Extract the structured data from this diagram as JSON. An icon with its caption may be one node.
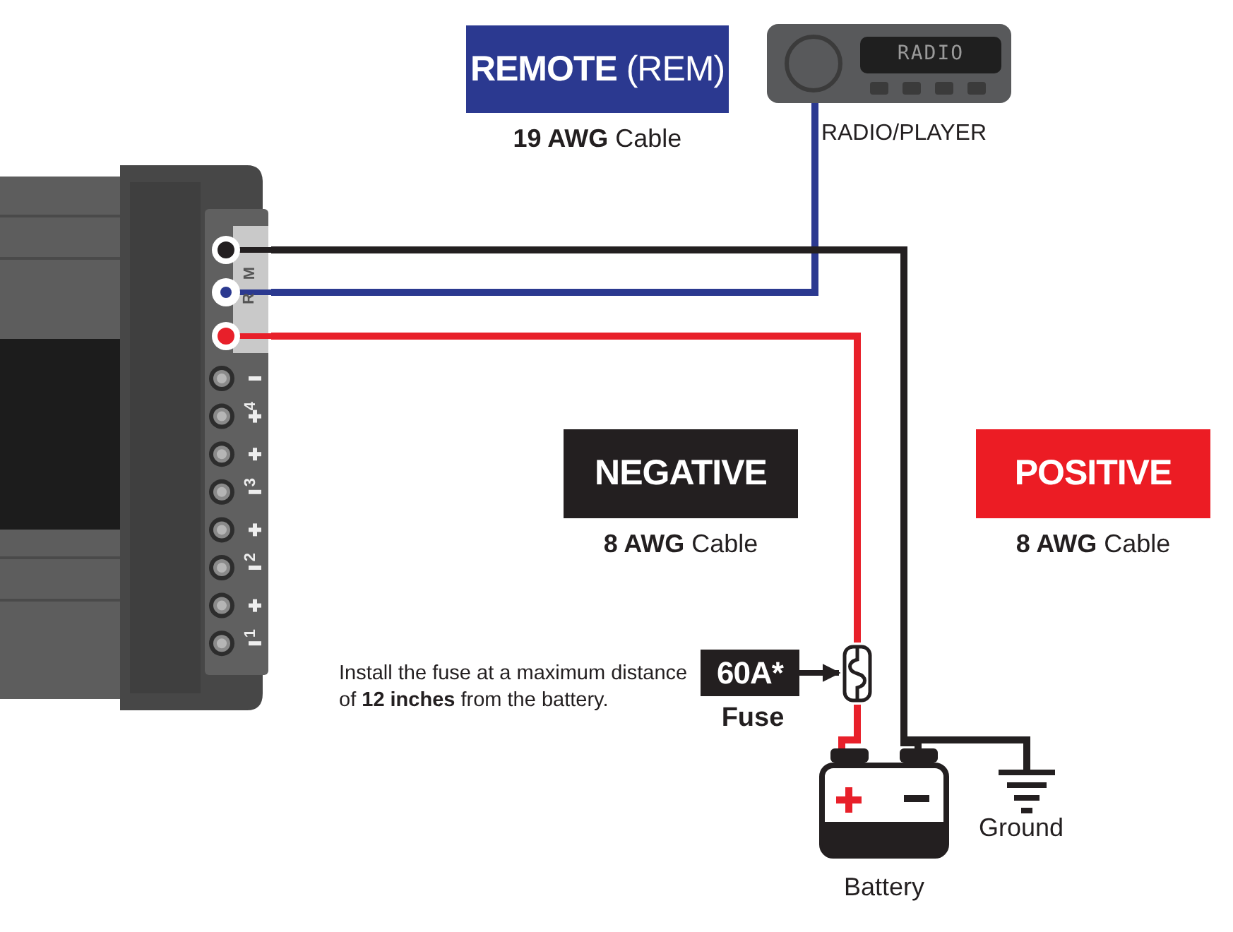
{
  "diagram": {
    "nodes": [
      {
        "text": [],
        "shape": "picture"
      },
      {
        "text": [
          "**REMOTE** (REM)"
        ],
        "beside": [
          "**19 AWG** Cable"
        ]
      },
      {
        "text": [
          "RADIO"
        ],
        "beside": [
          "RADIO/PLAYER"
        ]
      },
      {
        "text": [
          "NEGATIVE"
        ],
        "beside": [
          "**8 AWG** Cable"
        ]
      },
      {
        "text": [
          "POSITIVE"
        ],
        "beside": [
          "**8 AWG** Cable"
        ]
      },
      {
        "text": [
          "60A*"
        ],
        "beside": [
          "Fuse"
        ]
      },
      {
        "text": [],
        "shape": "picture"
      },
      {
        "text": [],
        "shape": "picture",
        "beside": [
          "Battery"
        ]
      },
      {
        "text": [],
        "shape": "picture",
        "beside": [
          "Ground"
        ]
      }
    ],
    "edges": [
      {
        "from": 0,
        "to": 2,
        "arrow": "none",
        "color": "#2b3990"
      },
      {
        "from": 0,
        "to": 6,
        "arrow": "none",
        "color": "#e8202a"
      },
      {
        "from": 6,
        "to": 7,
        "arrow": "none",
        "color": "#e8202a"
      },
      {
        "from": 0,
        "to": 7,
        "arrow": "none"
      },
      {
        "from": 0,
        "to": 8,
        "arrow": "none"
      },
      {
        "from": 5,
        "to": 6,
        "arrow": "to"
      }
    ],
    "labels": [
      "M",
      "R",
      "4",
      "3",
      "2",
      "1",
      "Install the fuse at a maximum distance of **12 inches** from the battery."
    ]
  }
}
